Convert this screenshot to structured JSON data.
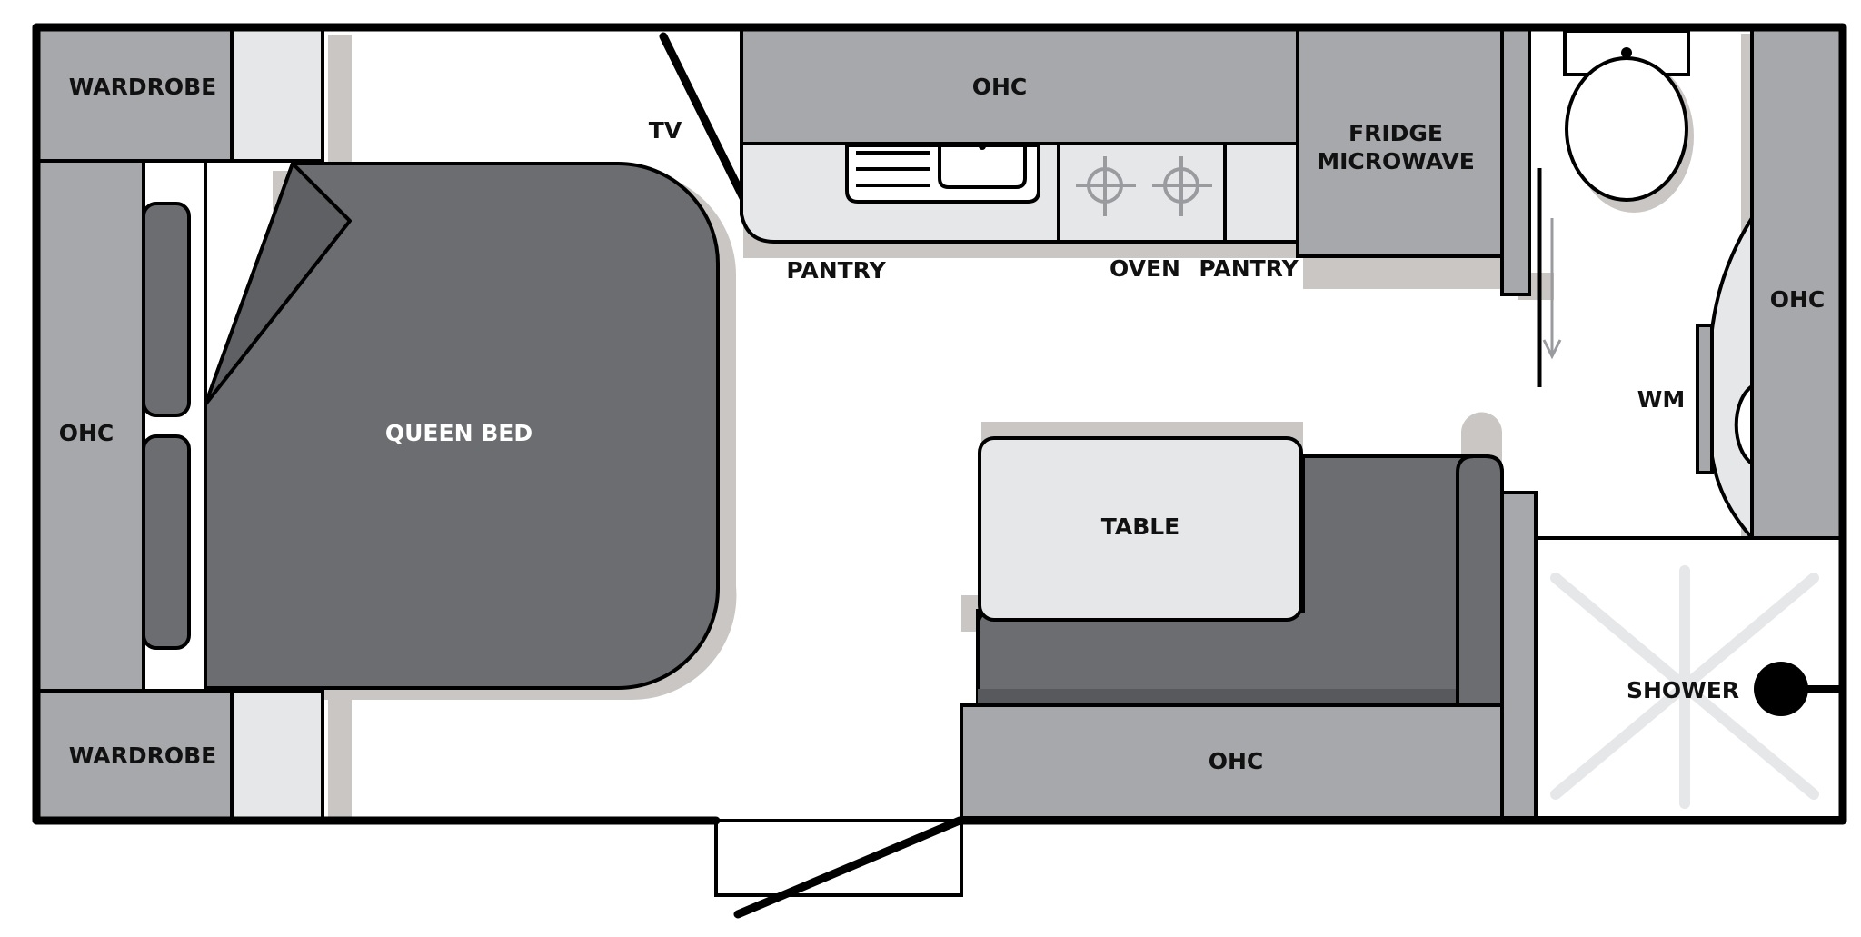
{
  "colors": {
    "wall": "#000000",
    "furniture": "#a7a8ab",
    "bed": "#6c6d71",
    "light_surface": "#e6e7e9",
    "shadow": "#c9c6c4",
    "floor": "#ffffff"
  },
  "labels": {
    "wardrobe_top": "WARDROBE",
    "wardrobe_bottom": "WARDROBE",
    "ohc_left": "OHC",
    "ohc_top": "OHC",
    "ohc_right": "OHC",
    "ohc_bottom": "OHC",
    "tv": "TV",
    "queen_bed": "QUEEN BED",
    "pantry_left": "PANTRY",
    "oven": "OVEN",
    "pantry_right": "PANTRY",
    "fridge_line1": "FRIDGE",
    "fridge_line2": "MICROWAVE",
    "table": "TABLE",
    "wm": "WM",
    "shower": "SHOWER"
  },
  "icons": [
    "cooktop-burner-icon",
    "sink-icon",
    "toilet-icon",
    "shower-drain-icon",
    "door-swing-arrow-icon"
  ]
}
